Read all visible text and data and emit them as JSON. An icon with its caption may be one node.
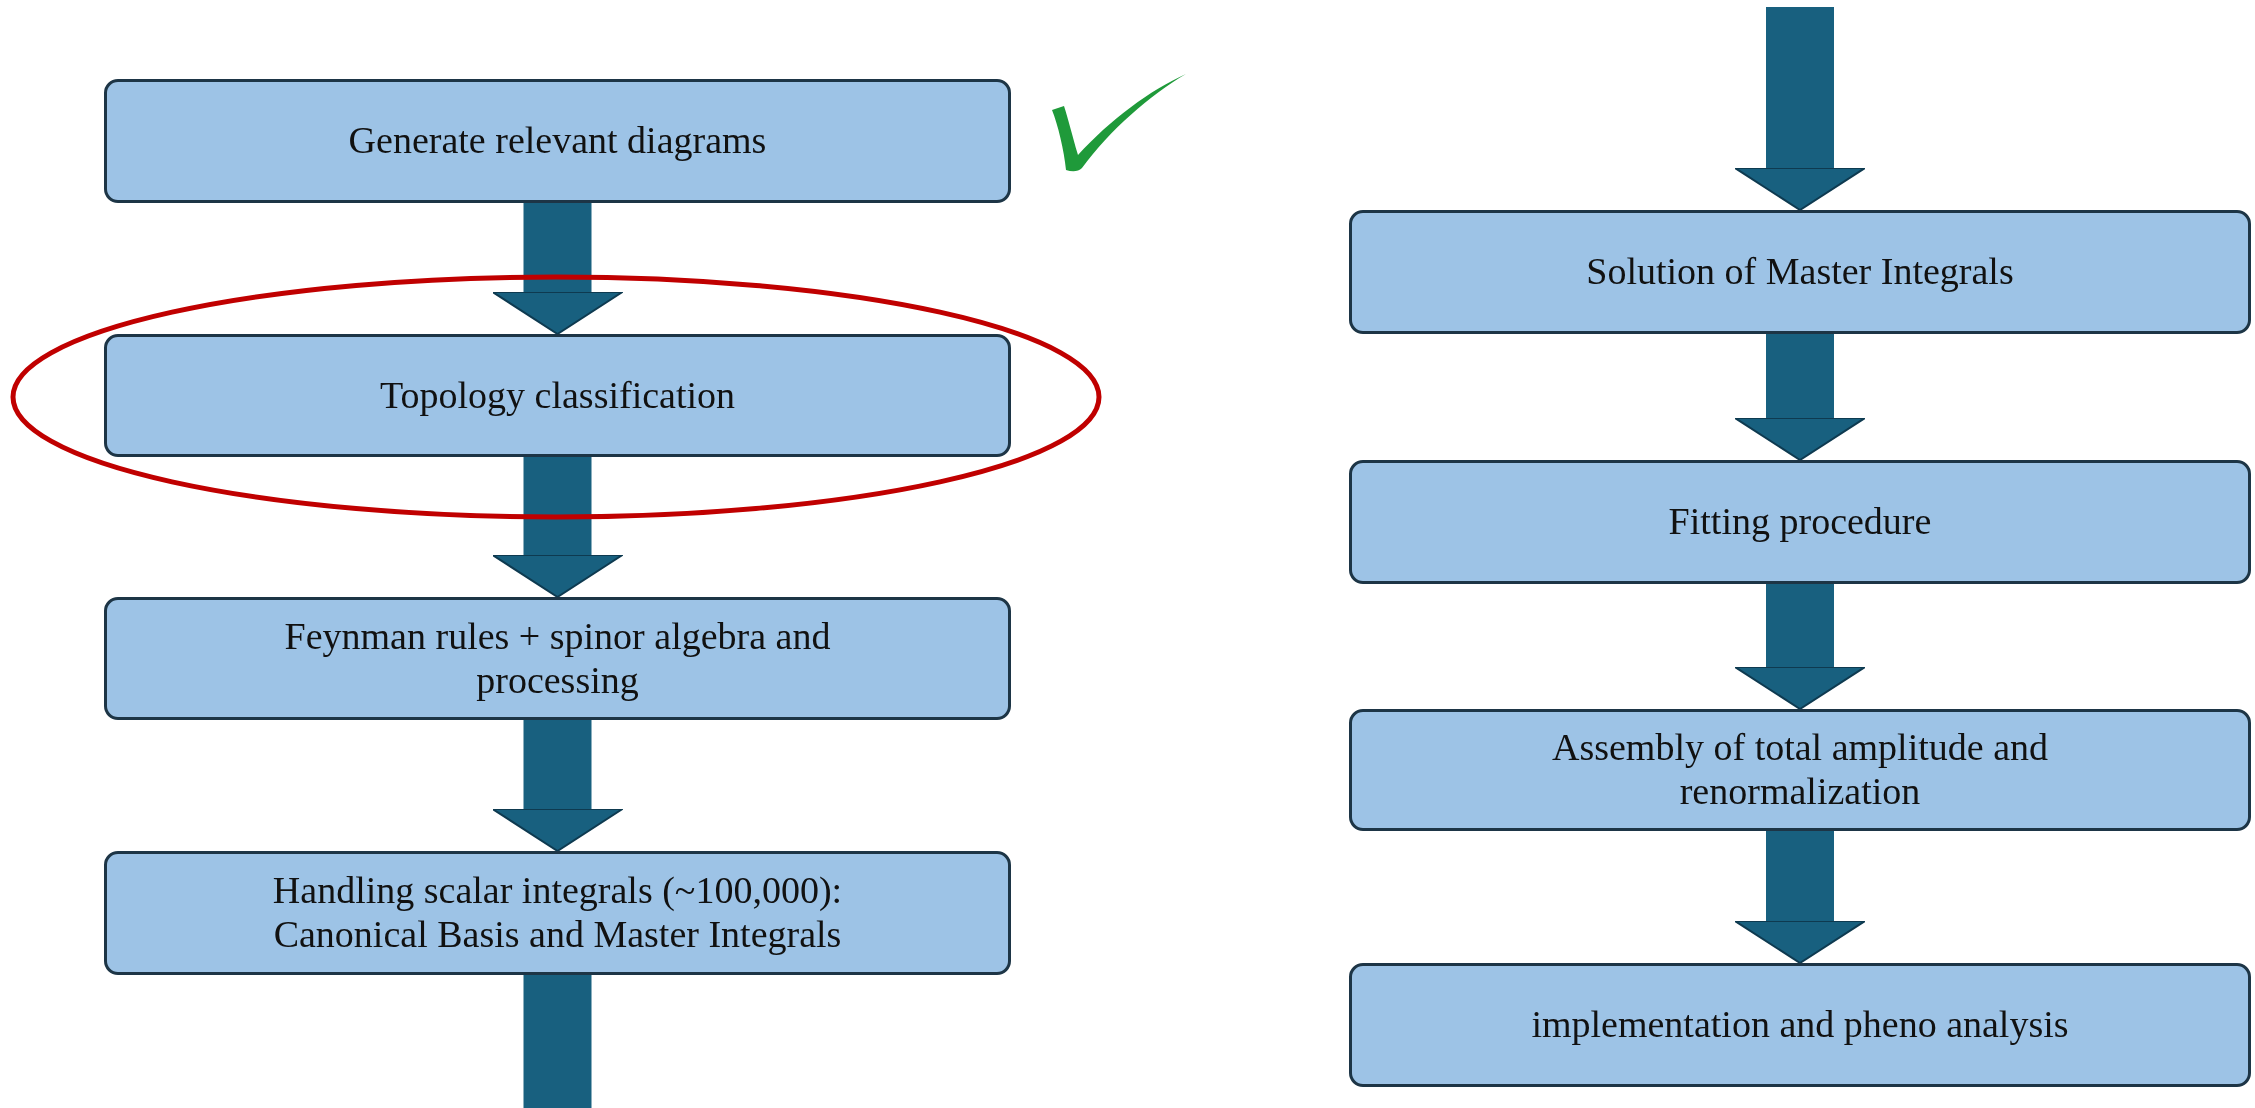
{
  "diagram": {
    "nodes": [
      {
        "text": [
          "Generate relevant diagrams"
        ]
      },
      {
        "text": [
          "Topology classification"
        ]
      },
      {
        "text": [
          "Feynman rules + spinor algebra and processing"
        ]
      },
      {
        "text": [
          "Handling scalar integrals (~100,000): Canonical Basis and Master Integrals"
        ]
      },
      {
        "text": [
          "Solution of Master Integrals"
        ]
      },
      {
        "text": [
          "Fitting procedure"
        ]
      },
      {
        "text": [
          "Assembly of total amplitude and renormalization"
        ]
      },
      {
        "text": [
          "implementation and pheno analysis"
        ]
      }
    ],
    "edges": [
      {
        "from": 0,
        "to": 1,
        "arrow": "to"
      },
      {
        "from": 1,
        "to": 2,
        "arrow": "to"
      },
      {
        "from": 2,
        "to": 3,
        "arrow": "to"
      },
      {
        "from": 3,
        "to": null,
        "arrow": "none"
      },
      {
        "from": null,
        "to": 4,
        "arrow": "to"
      },
      {
        "from": 4,
        "to": 5,
        "arrow": "to"
      },
      {
        "from": 5,
        "to": 6,
        "arrow": "to"
      },
      {
        "from": 6,
        "to": 7,
        "arrow": "to"
      }
    ]
  }
}
